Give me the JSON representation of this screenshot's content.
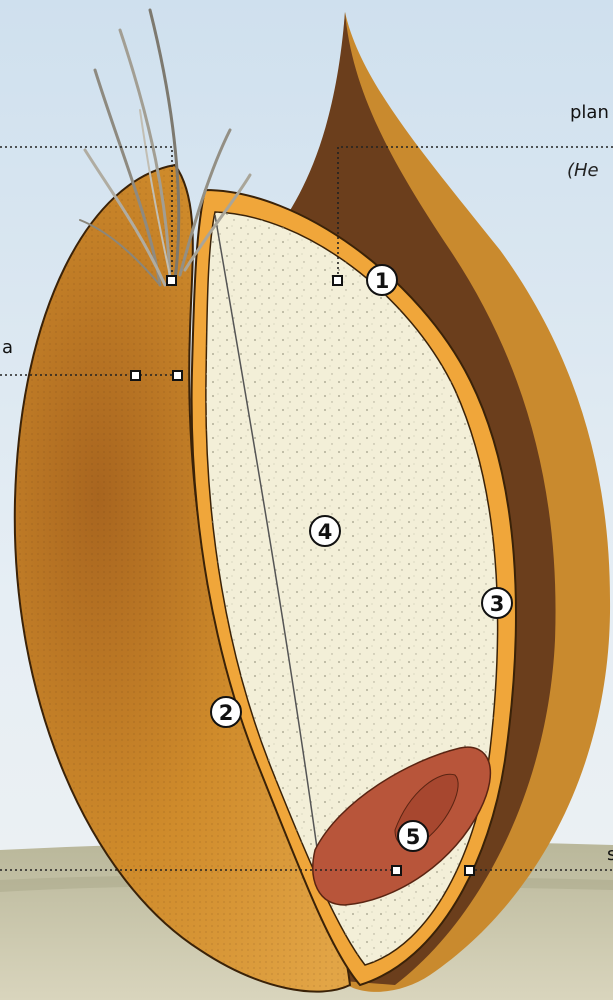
{
  "labels": {
    "top_right": "plan",
    "top_right_italic": "(He",
    "left_cut": "a",
    "bottom_right_cut": "s"
  },
  "markers": [
    {
      "id": "m1",
      "text": "1"
    },
    {
      "id": "m2",
      "text": "2"
    },
    {
      "id": "m3",
      "text": "3"
    },
    {
      "id": "m4",
      "text": "4"
    },
    {
      "id": "m5",
      "text": "5"
    }
  ],
  "colors": {
    "sky_top": "#d9e8f3",
    "sky_bottom": "#eef3f6",
    "field": "#c9c6a8",
    "bran_outer": "#c98a2e",
    "bran_dark": "#6b3e1c",
    "bran_mid": "#d8962e",
    "aleurone": "#f0a63a",
    "endosperm": "#f3efd8",
    "germ": "#b8553a",
    "leader": "#222222"
  }
}
